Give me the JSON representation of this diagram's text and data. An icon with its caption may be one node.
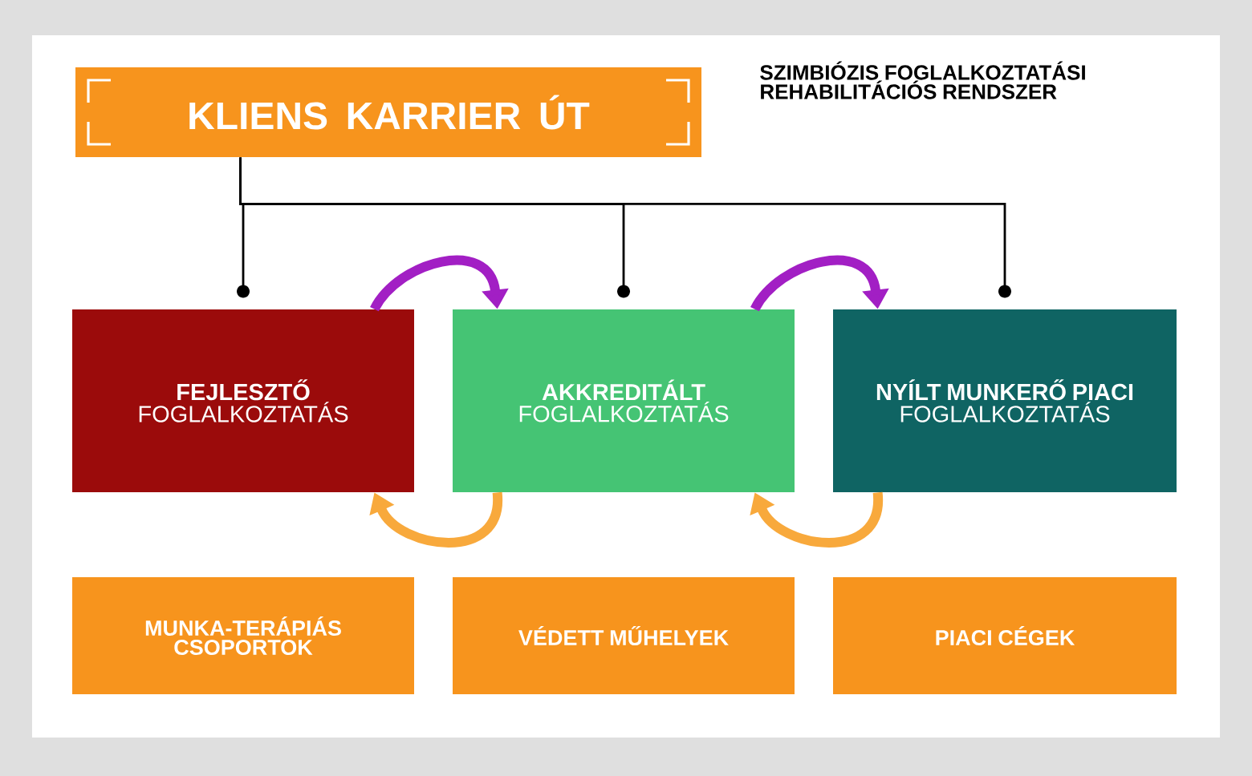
{
  "diagram": {
    "nodes": [
      {
        "text": [
          "KLIENS KARRIER ÚT"
        ]
      },
      {
        "text": [
          "FEJLESZTŐ",
          "FOGLALKOZTATÁS"
        ]
      },
      {
        "text": [
          "AKKREDITÁLT",
          "FOGLALKOZTATÁS"
        ]
      },
      {
        "text": [
          "NYÍLT MUNKERŐ PIACI",
          "FOGLALKOZTATÁS"
        ]
      },
      {
        "text": [
          "MUNKA-TERÁPIÁS CSOPORTOK"
        ]
      },
      {
        "text": [
          "VÉDETT MŰHELYEK"
        ]
      },
      {
        "text": [
          "PIACI CÉGEK"
        ]
      }
    ],
    "edges": [
      {
        "from": 0,
        "to": 1,
        "arrow": "other"
      },
      {
        "from": 0,
        "to": 2,
        "arrow": "other"
      },
      {
        "from": 0,
        "to": 3,
        "arrow": "other"
      },
      {
        "from": 1,
        "to": 2,
        "arrow": "to",
        "color": "#a21fc4"
      },
      {
        "from": 2,
        "to": 3,
        "arrow": "to",
        "color": "#a21fc4"
      },
      {
        "from": 2,
        "to": 1,
        "arrow": "to",
        "color": "#f8a93c"
      },
      {
        "from": 3,
        "to": 2,
        "arrow": "to",
        "color": "#f8a93c"
      }
    ],
    "labels": [
      "SZIMBIÓZIS FOGLALKOZTATÁSI REHABILITÁCIÓS RENDSZER"
    ]
  }
}
